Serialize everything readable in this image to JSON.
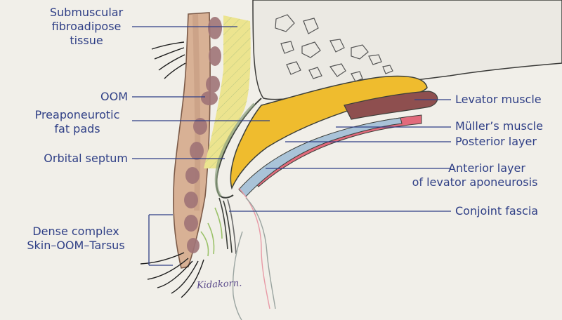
{
  "labels": {
    "submuscular_line1": "Submuscular",
    "submuscular_line2": "fibroadipose",
    "submuscular_line3": "tissue",
    "oom": "OOM",
    "preaponeurotic_line1": "Preaponeurotic",
    "preaponeurotic_line2": "fat pads",
    "orbital_septum": "Orbital septum",
    "dense_line1": "Dense complex",
    "dense_line2": "Skin–OOM–Tarsus",
    "levator_muscle": "Levator muscle",
    "muller_muscle": "Müller’s muscle",
    "posterior_layer": "Posterior layer",
    "anterior_line1": "Anterior layer",
    "anterior_line2": "of levator aponeurosis",
    "conjoint_fascia": "Conjoint fascia"
  },
  "signature": "Kidakorn.",
  "colors": {
    "label_text": "#2f3f86",
    "leader_line": "#2f3f86",
    "background": "#f1efe9",
    "skin": "#d9b39a",
    "oom": "#a47a7c",
    "fat": "#ece594",
    "levator": "#f0b829",
    "levator_muscle": "#8e4f4f",
    "muller": "#e46a7c",
    "posterior_layer": "#a9c3d8",
    "septum_outline": "#3c3f3a",
    "bone": "#e7e5e0"
  }
}
